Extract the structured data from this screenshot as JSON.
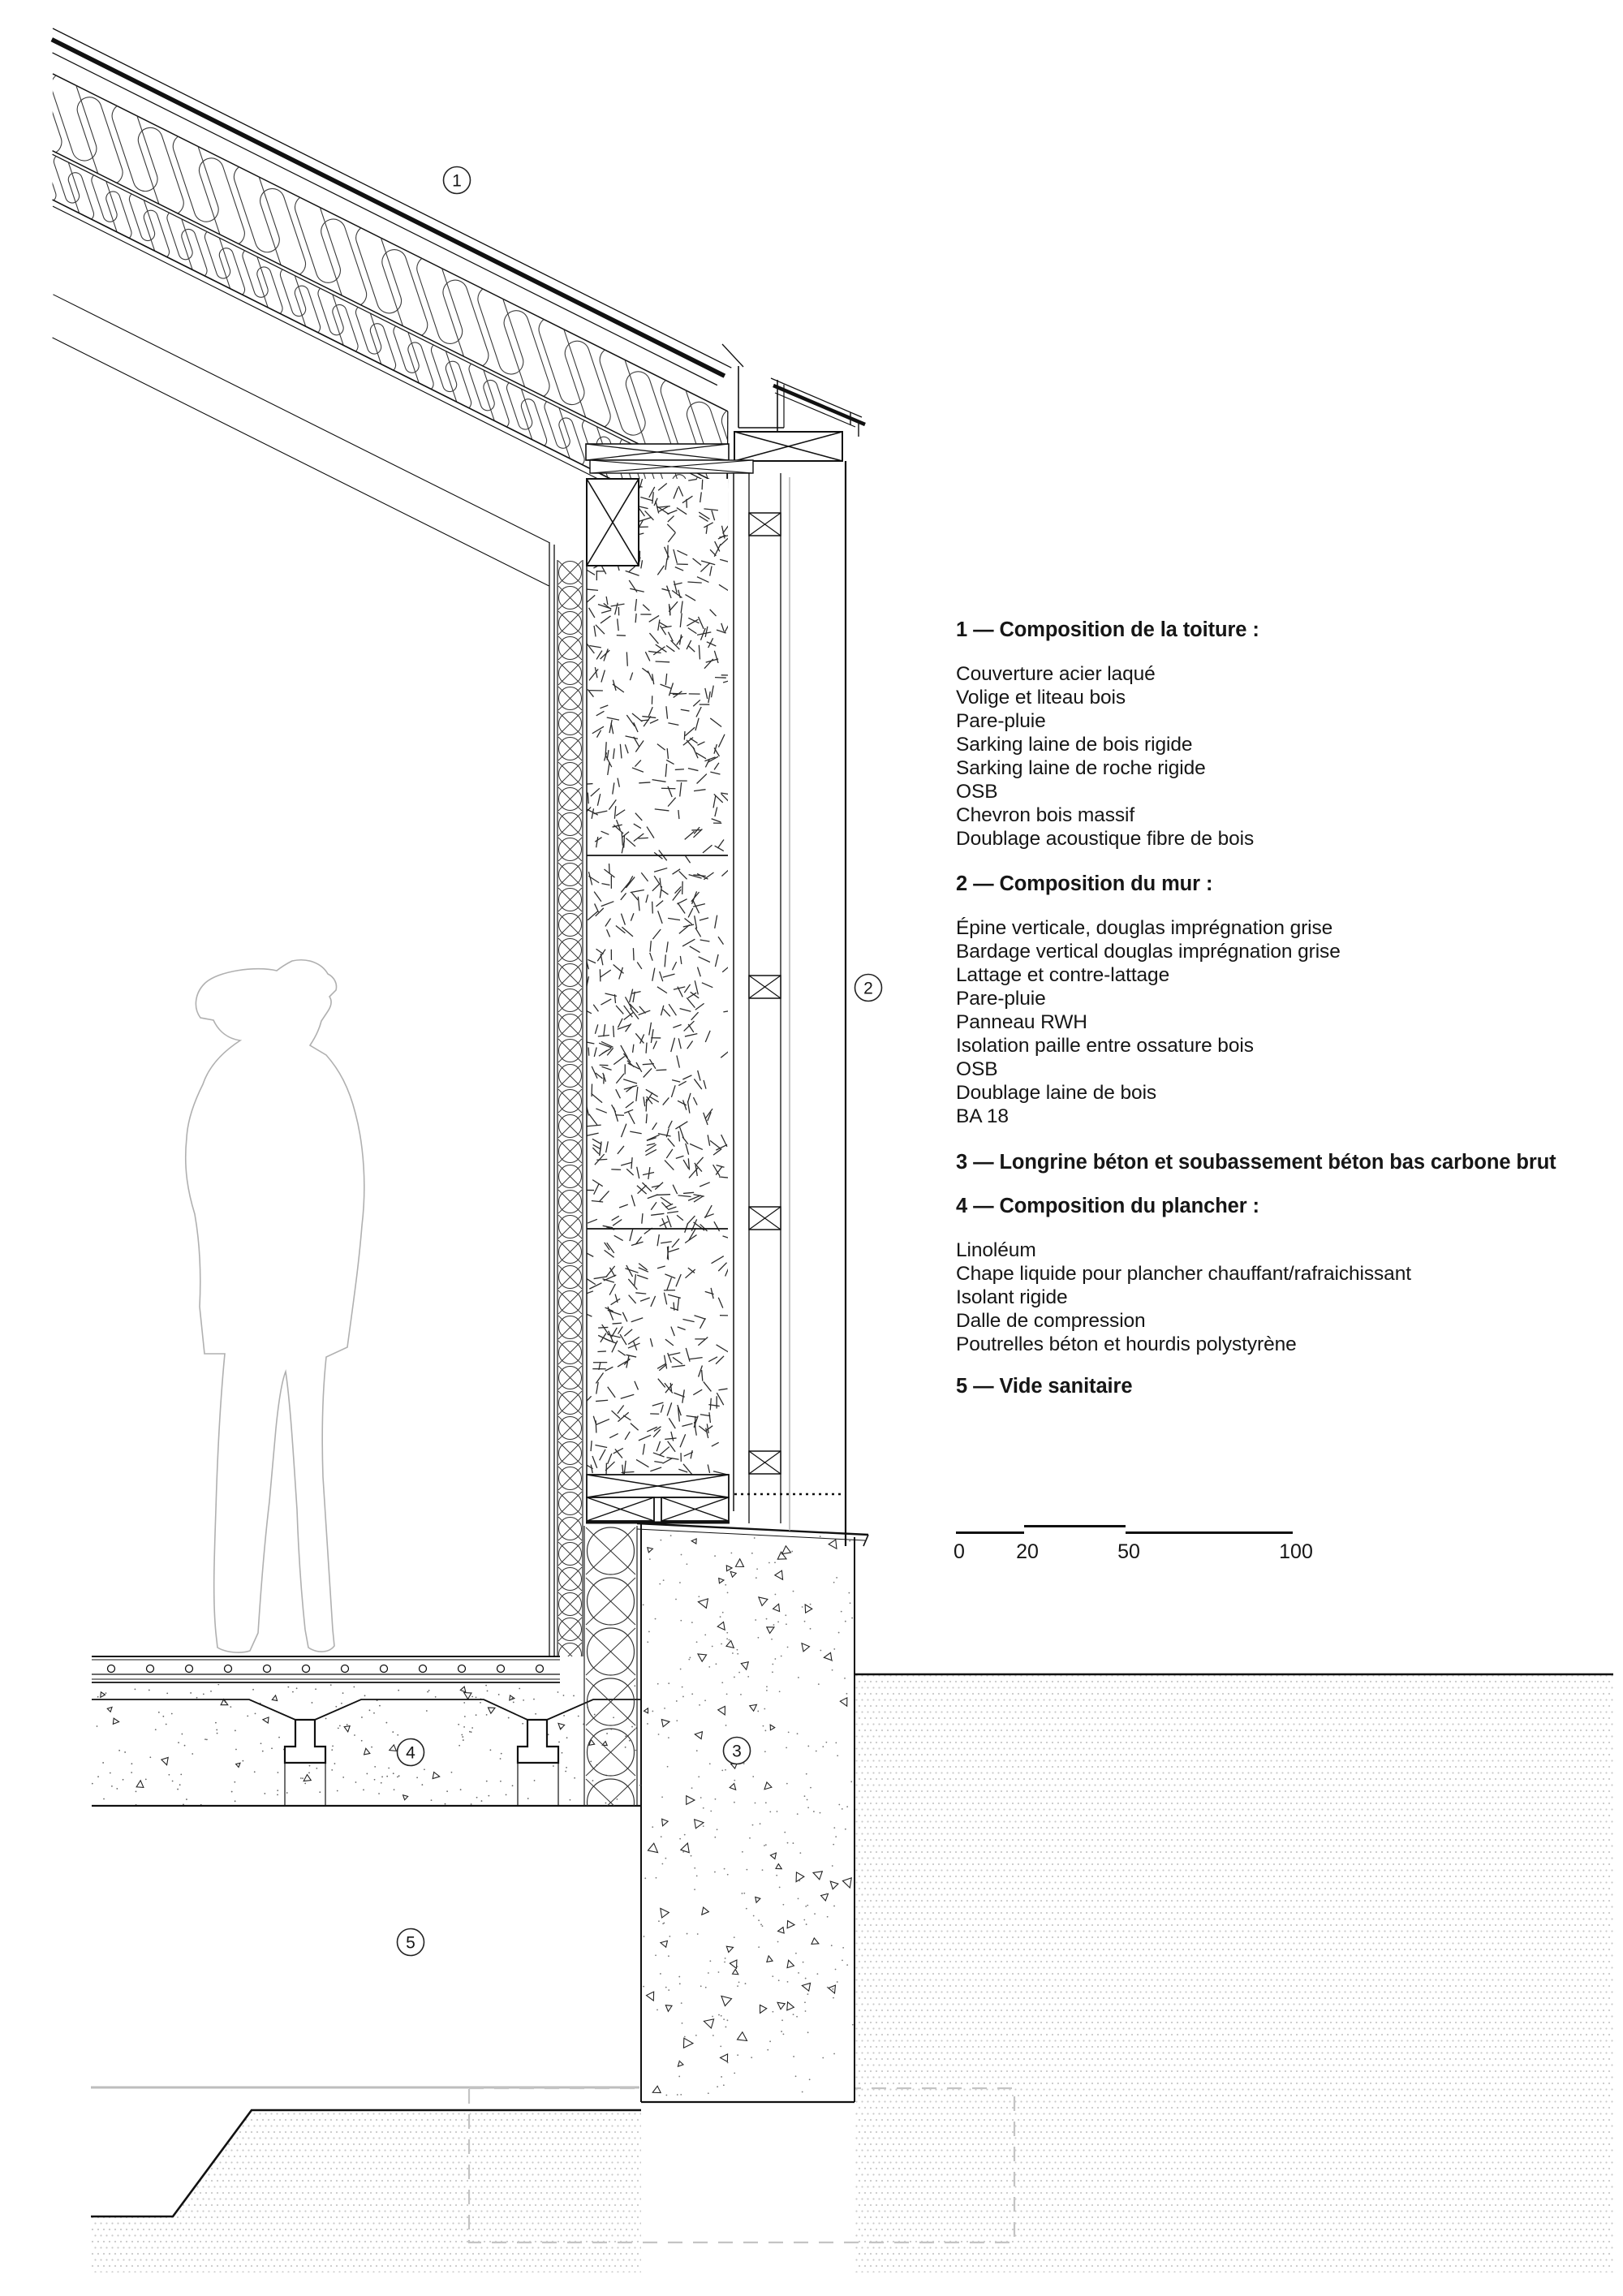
{
  "legend": {
    "sections": [
      {
        "title": "1 — Composition de la toiture :",
        "items": [
          "Couverture acier laqué",
          "Volige et liteau bois",
          "Pare-pluie",
          "Sarking laine de bois rigide",
          "Sarking laine de roche rigide",
          "OSB",
          "Chevron bois massif",
          "Doublage acoustique fibre de bois"
        ]
      },
      {
        "title": "2 — Composition du mur :",
        "items": [
          "Épine verticale, douglas imprégnation grise",
          "Bardage vertical douglas imprégnation grise",
          "Lattage et contre-lattage",
          "Pare-pluie",
          "Panneau RWH",
          "Isolation paille entre ossature bois",
          "OSB",
          "Doublage laine de bois",
          "BA 18"
        ]
      },
      {
        "title": "3 — Longrine béton et soubassement béton bas carbone brut",
        "items": []
      },
      {
        "title": "4 — Composition du plancher :",
        "items": [
          "Linoléum",
          "Chape liquide pour plancher chauffant/rafraichissant",
          "Isolant rigide",
          "Dalle de compression",
          "Poutrelles béton et hourdis polystyrène"
        ]
      },
      {
        "title": "5 — Vide sanitaire",
        "items": []
      }
    ]
  },
  "callouts": [
    {
      "label": "1",
      "meaning": "toiture"
    },
    {
      "label": "2",
      "meaning": "mur"
    },
    {
      "label": "3",
      "meaning": "longrine béton"
    },
    {
      "label": "4",
      "meaning": "plancher"
    },
    {
      "label": "5",
      "meaning": "vide sanitaire"
    }
  ],
  "scalebar": {
    "labels": [
      "0",
      "20",
      "50",
      "100"
    ]
  },
  "colors": {
    "line": "#1a1a1a",
    "thick": "#111111",
    "gray": "#b3b3b3",
    "ground_dot": "#c9c9c9",
    "concrete_dot": "#777777"
  }
}
